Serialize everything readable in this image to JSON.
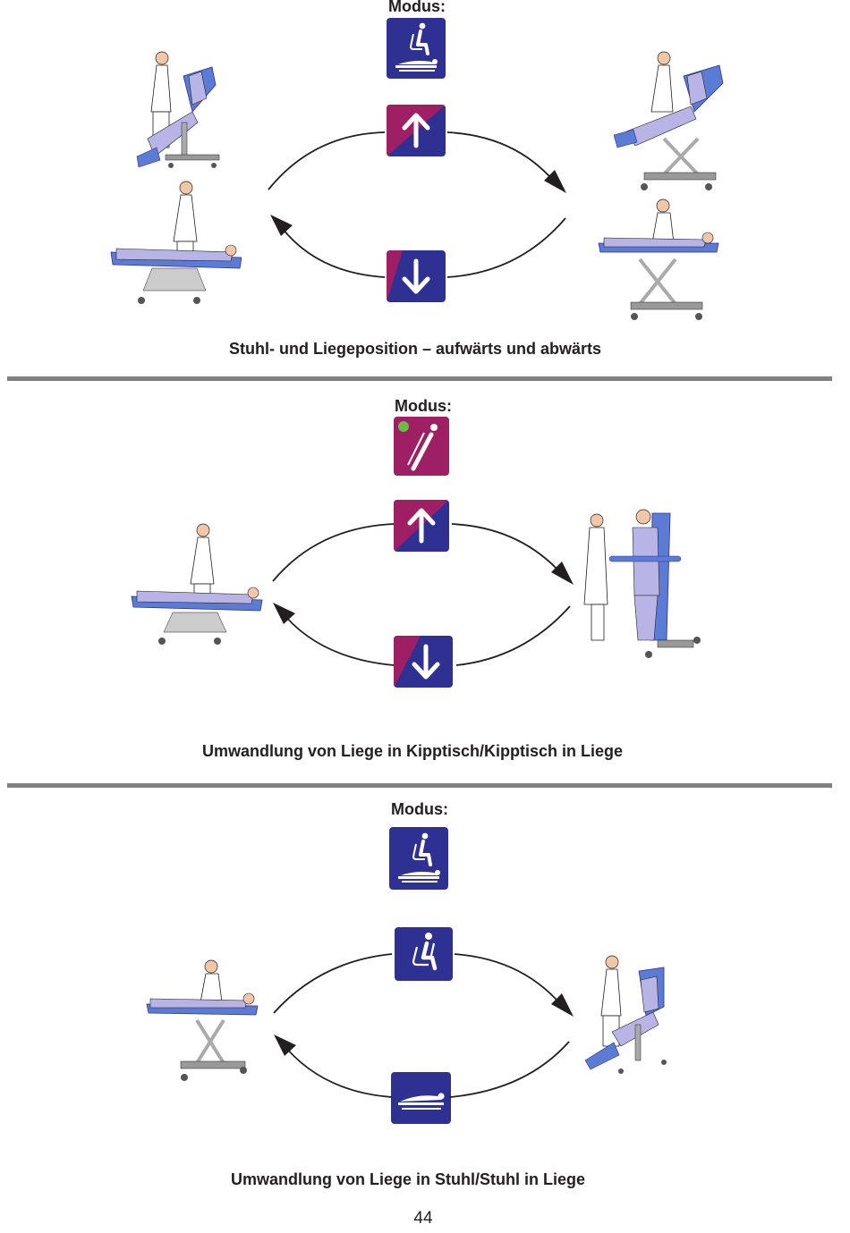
{
  "sections": [
    {
      "mode_label": "Modus:",
      "mode_icon": "chair-and-bed-mode-icon",
      "up_icon": "arrow-up-icon",
      "down_icon": "arrow-down-icon",
      "caption": "Stuhl- und Liegeposition – aufwärts und abwärts"
    },
    {
      "mode_label": "Modus:",
      "mode_icon": "tilt-table-mode-icon",
      "up_icon": "arrow-up-icon",
      "down_icon": "arrow-down-icon",
      "caption": "Umwandlung von Liege in Kipptisch/Kipptisch in Liege"
    },
    {
      "mode_label": "Modus:",
      "mode_icon": "chair-and-bed-mode-icon",
      "up_icon": "chair-position-icon",
      "down_icon": "bed-position-icon",
      "caption": "Umwandlung von Liege in Stuhl/Stuhl in Liege"
    }
  ],
  "page_number": "44",
  "colors": {
    "navy": "#2e3192",
    "magenta": "#9e1f63",
    "status_green": "#6abd45",
    "rule_gray": "#808080",
    "bed_blue": "#5b7bd5",
    "patient_lilac": "#b8b4e6"
  }
}
